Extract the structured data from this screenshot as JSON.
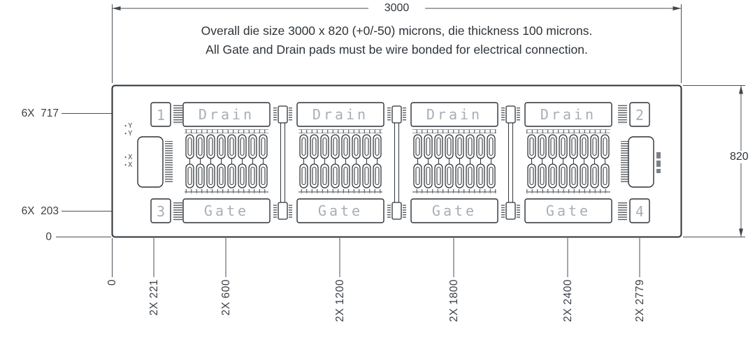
{
  "note": {
    "line1": "Overall die size 3000 x 820 (+0/-50) microns, die thickness 100 microns.",
    "line2": "All Gate and Drain pads must be wire bonded for electrical connection."
  },
  "dimensions": {
    "overall_width": "3000",
    "overall_height": "820",
    "left": [
      "6X  717",
      "6X  203",
      "0"
    ],
    "bottom": [
      "0",
      "2X 221",
      "2X 600",
      "2X 1200",
      "2X 1800",
      "2X 2400",
      "2X 2779"
    ]
  },
  "die": {
    "corner_pads": [
      "1",
      "2",
      "3",
      "4"
    ],
    "drain_pads": [
      "Drain",
      "Drain",
      "Drain",
      "Drain"
    ],
    "gate_pads": [
      "Gate",
      "Gate",
      "Gate",
      "Gate"
    ],
    "axis_markers": {
      "x": "X",
      "y": "Y"
    }
  }
}
